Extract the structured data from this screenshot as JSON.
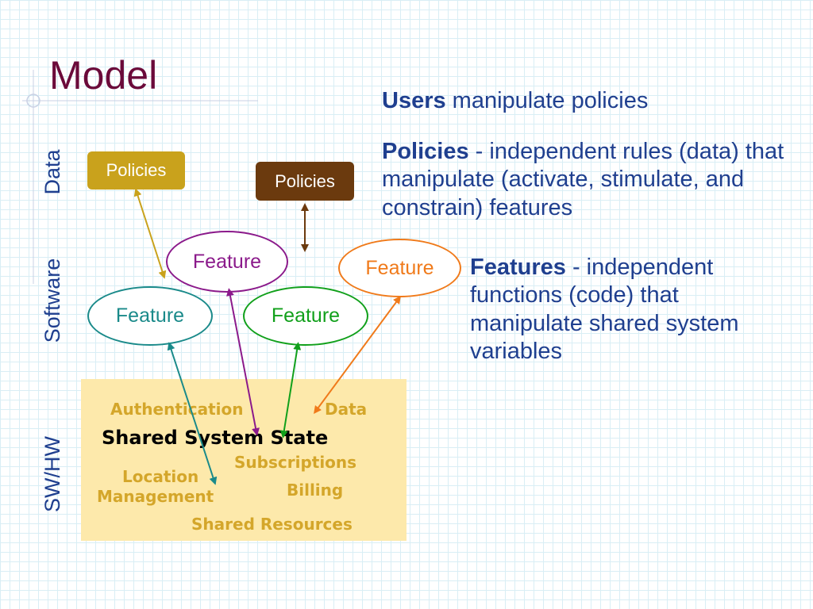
{
  "title": "Model",
  "layers": {
    "data": "Data",
    "software": "Software",
    "swhw": "SW/HW"
  },
  "policies": [
    {
      "label": "Policies",
      "color": "#c9a21c"
    },
    {
      "label": "Policies",
      "color": "#6b3a0e"
    }
  ],
  "features": [
    {
      "label": "Feature",
      "color": "#8b1a8b"
    },
    {
      "label": "Feature",
      "color": "#1a8a8a"
    },
    {
      "label": "Feature",
      "color": "#11a01b"
    },
    {
      "label": "Feature",
      "color": "#f07a1a"
    }
  ],
  "shared_state": {
    "title": "Shared System State",
    "items": {
      "authentication": "Authentication",
      "data": "Data",
      "subscriptions": "Subscriptions",
      "location": "Location",
      "management": "Management",
      "billing": "Billing",
      "resources": "Shared Resources"
    }
  },
  "descriptions": {
    "users": {
      "term": "Users",
      "text": " manipulate policies"
    },
    "policies": {
      "term": "Policies",
      "text": " - independent rules (data) that manipulate (activate, stimulate, and constrain) features"
    },
    "features": {
      "term": "Features",
      "text": " - independent functions (code) that manipulate shared system variables"
    }
  },
  "colors": {
    "title": "#6b0a3a",
    "text": "#1f3f8f",
    "state_box": "#fde9ab",
    "state_item": "#d4a62a"
  }
}
